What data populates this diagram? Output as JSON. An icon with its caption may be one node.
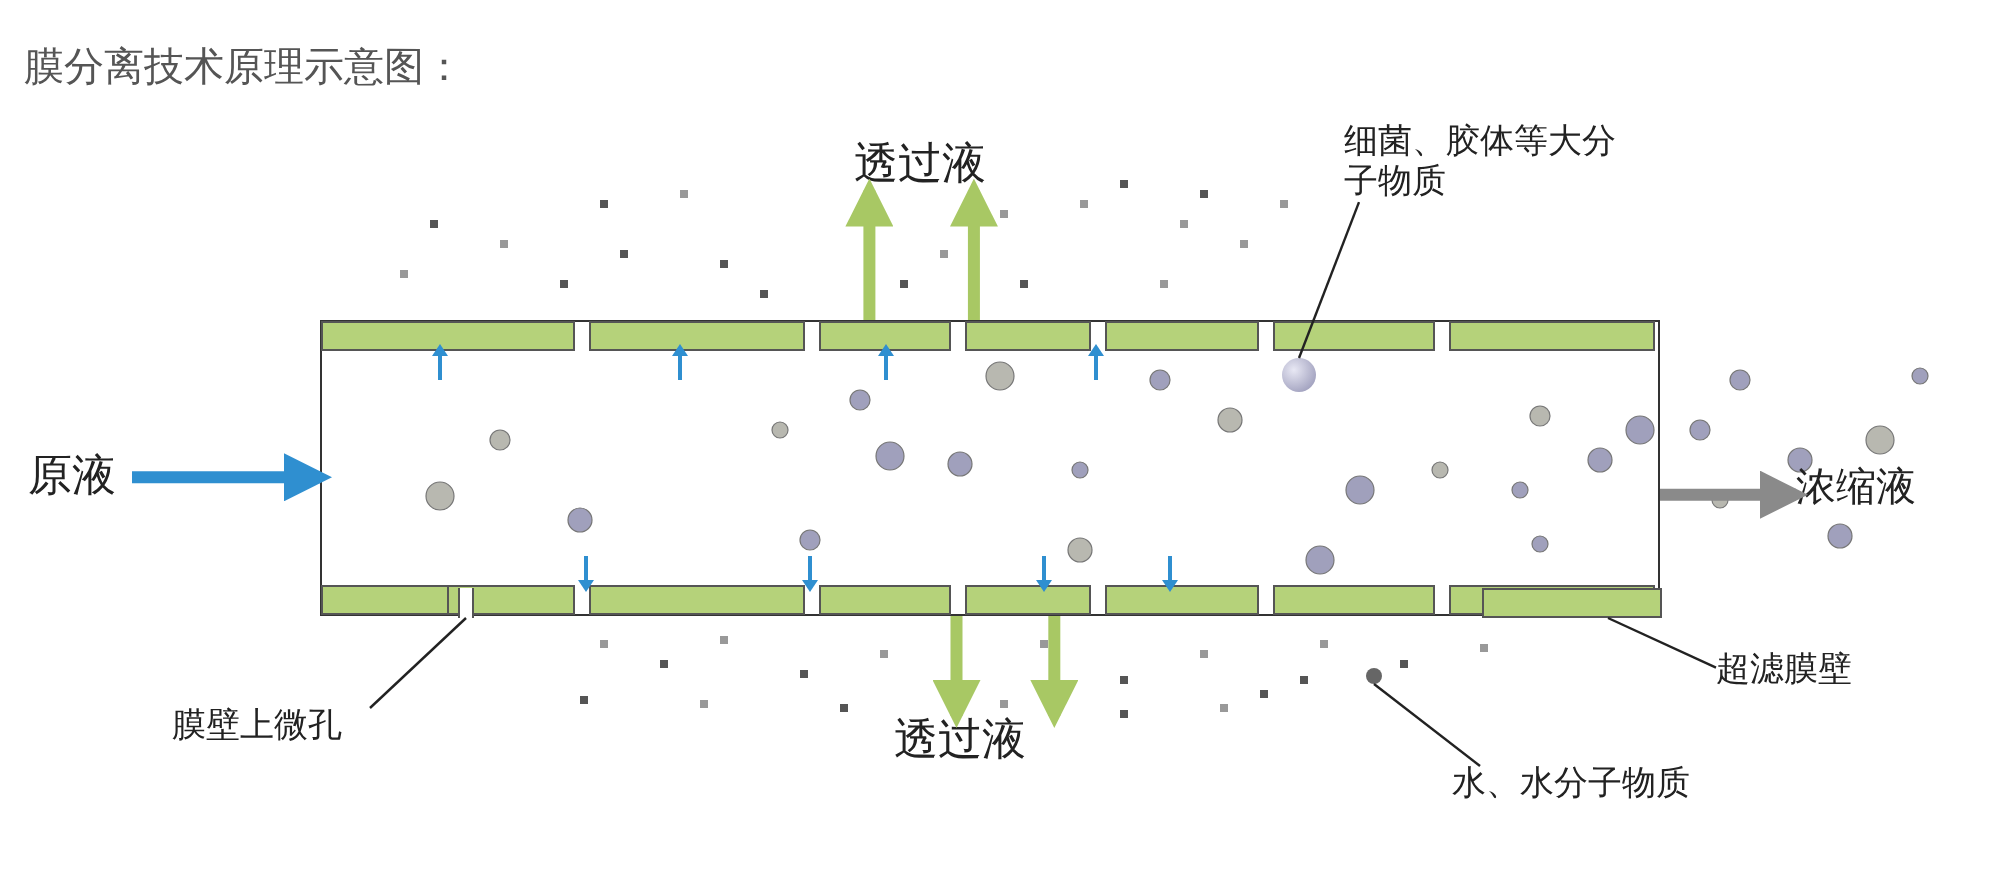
{
  "diagram": {
    "title": "膜分离技术原理示意图：",
    "nodes": [
      {
        "text": [
          "透过液"
        ]
      },
      {
        "text": [
          "细菌、胶体等大分子物质"
        ]
      },
      {
        "text": [
          "原液"
        ]
      },
      {
        "text": [
          "浓缩液"
        ]
      },
      {
        "text": [
          "膜壁上微孔"
        ]
      },
      {
        "text": [
          "透过液"
        ]
      },
      {
        "text": [
          "超滤膜壁"
        ]
      },
      {
        "text": [
          "水、水分子物质"
        ]
      },
      {
        "text": [],
        "shape": "box"
      },
      {
        "text": [],
        "shape": "circle",
        "in": 8
      },
      {
        "text": [],
        "shape": "box",
        "in": 8
      },
      {
        "text": [],
        "shape": "bar",
        "in": 8
      },
      {
        "text": [],
        "shape": "circle"
      }
    ],
    "edges": [
      {
        "from": 2,
        "to": 8,
        "arrow": "to",
        "color": "#2f8fd0"
      },
      {
        "from": 8,
        "to": 3,
        "arrow": "to",
        "color": "#8a8a8a"
      },
      {
        "from": 8,
        "to": 0,
        "arrow": "to",
        "color": "#a8c864"
      },
      {
        "from": 8,
        "to": 0,
        "arrow": "to",
        "color": "#a8c864"
      },
      {
        "from": 8,
        "to": 5,
        "arrow": "to",
        "color": "#a8c864"
      },
      {
        "from": 8,
        "to": 5,
        "arrow": "to",
        "color": "#a8c864"
      },
      {
        "from": 1,
        "to": 9,
        "arrow": "none",
        "color": "#222222"
      },
      {
        "from": 4,
        "to": 10,
        "arrow": "none",
        "color": "#222222"
      },
      {
        "from": 6,
        "to": 11,
        "arrow": "none",
        "color": "#222222"
      },
      {
        "from": 7,
        "to": 12,
        "arrow": "none",
        "color": "#222222"
      }
    ]
  }
}
